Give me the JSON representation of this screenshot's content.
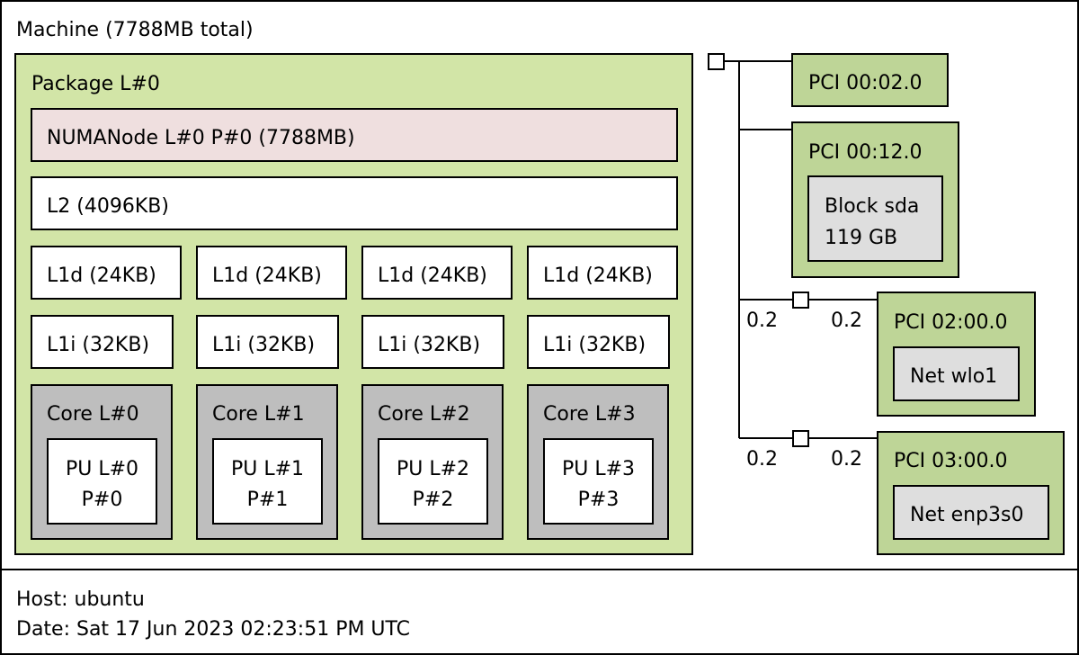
{
  "machine": {
    "label": "Machine (7788MB total)"
  },
  "package": {
    "label": "Package L#0",
    "numa": "NUMANode L#0 P#0 (7788MB)",
    "l2": "L2 (4096KB)",
    "l1d": [
      "L1d (24KB)",
      "L1d (24KB)",
      "L1d (24KB)",
      "L1d (24KB)"
    ],
    "l1i": [
      "L1i (32KB)",
      "L1i (32KB)",
      "L1i (32KB)",
      "L1i (32KB)"
    ],
    "cores": [
      {
        "label": "Core L#0",
        "pu1": "PU L#0",
        "pu2": "P#0"
      },
      {
        "label": "Core L#1",
        "pu1": "PU L#1",
        "pu2": "P#1"
      },
      {
        "label": "Core L#2",
        "pu1": "PU L#2",
        "pu2": "P#2"
      },
      {
        "label": "Core L#3",
        "pu1": "PU L#3",
        "pu2": "P#3"
      }
    ]
  },
  "pci": {
    "dev1": {
      "label": "PCI 00:02.0"
    },
    "dev2": {
      "label": "PCI 00:12.0",
      "child1": "Block sda",
      "child2": "119 GB"
    },
    "dev3": {
      "label": "PCI 02:00.0",
      "child": "Net wlo1",
      "speed_left": "0.2",
      "speed_right": "0.2"
    },
    "dev4": {
      "label": "PCI 03:00.0",
      "child": "Net enp3s0",
      "speed_left": "0.2",
      "speed_right": "0.2"
    }
  },
  "footer": {
    "host": "Host: ubuntu",
    "date": "Date: Sat 17 Jun 2023 02:23:51 PM UTC"
  }
}
